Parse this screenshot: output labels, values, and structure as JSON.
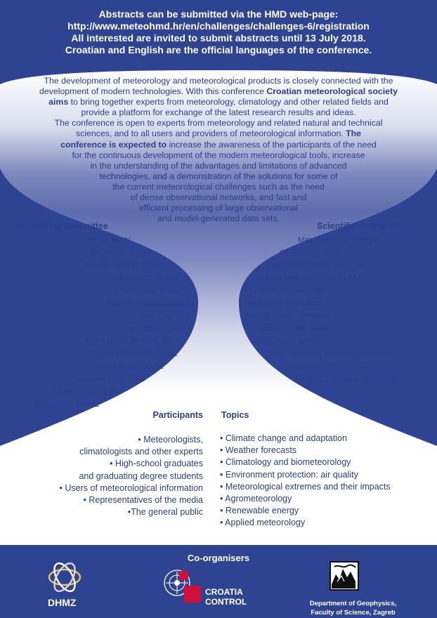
{
  "colors": {
    "primary": "#2f4393",
    "gradient_light": "#ffffff",
    "gradient_dark": "#5d6cae"
  },
  "header": {
    "lines": [
      "Abstracts can be submitted via the HMD web-page:",
      "http://www.meteohmd.hr/en/challenges/challenges-6/registration",
      "All interested are invited to submit abstracts until  13 July 2018.",
      "Croatian and English are the official languages of the conference."
    ]
  },
  "intro": {
    "l1": "The development of meteorology and meteorological products is closely connected with the",
    "l2": "development of modern technologies. With this conference",
    "l2_bold": "Croatian meteorological society",
    "l3_bold": "aims",
    "l3": "to bring together experts from meteorology, climatology and other related fields and",
    "l4": "provide a platform for exchange of the latest research results and ideas.",
    "l5": "The conference  is open to experts from meteorology and related natural and technical",
    "l6": "sciences, and to all users and providers of meteorological information.",
    "l6_bold": "The",
    "l7_bold": "conference is expected to",
    "l7": "increase the awareness of the participants of the need",
    "l8": "for the continuous development of the modern meteorological tools, increase",
    "l9": "in the understanding of the advantages and limitations of advanced",
    "l10": "technologies, and a demonstration of the solutions for some of",
    "l11": "the current meteorological challenges such as the need",
    "l12": "of dense observational networks, and fast and",
    "l13": "efficient processing of  large observational",
    "l14": "and model-generated data sets."
  },
  "organising": {
    "title": "Organising committee",
    "members": [
      {
        "name": "Antun Marki,",
        "org": ""
      },
      {
        "name": "",
        "org": "GFO PMF",
        "suffix": ", Chair"
      },
      {
        "name": "Mladen Rupčić, ",
        "org": "DHMZ"
      },
      {
        "name": "Vesna Đuričić, ",
        "org": "DHMZ"
      },
      {
        "name": "Goran Gašparac, ",
        "org": "Gekom"
      },
      {
        "name": "Ružica Popović, ",
        "org": "DHMZ"
      },
      {
        "name": "Igor Kos, ",
        "org": "CCL"
      },
      {
        "name": "Ivan Güttler, ",
        "org": "DHMZ"
      },
      {
        "name": "Petra Mikuš Jurković, ",
        "org": "DHMZ"
      },
      {
        "name": "Ivana Marinović, ",
        "org": "DHMZ"
      },
      {
        "name": "Irena Nimac, ",
        "org": "DHMZ"
      },
      {
        "name": "Nikolina Leko, ",
        "org": "CCL"
      },
      {
        "name": "Lidija Srnec, ",
        "org": "DHMZ"
      },
      {
        "name": "Ivan Lukac, ",
        "org": "DHMZ"
      }
    ]
  },
  "scientific": {
    "title": "Scientific committee",
    "members": [
      {
        "name": "Maja Telišman Prtenjak,",
        "org": ""
      },
      {
        "name": "",
        "org": "GFO PMF",
        "suffix": ", Chair"
      },
      {
        "name": "Branko Grisogono, ",
        "org": "GFO PMF"
      },
      {
        "name": "Branka Ivančan-Picek, ",
        "org": "DHMZ"
      },
      {
        "name": "Čedo Branković, ",
        "org": "HMD"
      },
      {
        "name": "Iva Kavčič, ",
        "org": "Met Office"
      },
      {
        "name": "Nataša Strelec Mahović, ",
        "org": "DHMZ"
      },
      {
        "name": "Kristian Horvath, ",
        "org": "DHMZ"
      },
      {
        "name": "Alica Bajić, ",
        "org": "DHMZ"
      },
      {
        "name": "Ivana Stiperski, ",
        "org": "University Innsbruck"
      },
      {
        "name": "Amela Jeričević, ",
        "org": "CCAA"
      },
      {
        "name": "Željko Večenaj, ",
        "org": "GFO PMF"
      }
    ]
  },
  "participants": {
    "title": "Participants",
    "lines": [
      "• Meteorologists,",
      "climatologists and other experts",
      "• High-school graduates",
      "and graduating degree students",
      "• Users of meteorological information",
      "• Representatives of the media",
      "•The general public"
    ]
  },
  "topics": {
    "title": "Topics",
    "items": [
      "• Climate change and adaptation",
      "• Weather forecasts",
      "• Climatology and biometeorology",
      "• Environment protection: air quality",
      "• Meteorological extremes and their impacts",
      "• Agrometeorology",
      "• Renewable energy",
      "• Applied meteorology"
    ]
  },
  "footer": {
    "title": "Co-organisers",
    "dhmz": "DHMZ",
    "croatia_control_1": "CROATIA",
    "croatia_control_2": "CONTROL",
    "geophysics_1": "Department of Geophysics,",
    "geophysics_2": "Faculty of Science, Zagreb"
  }
}
